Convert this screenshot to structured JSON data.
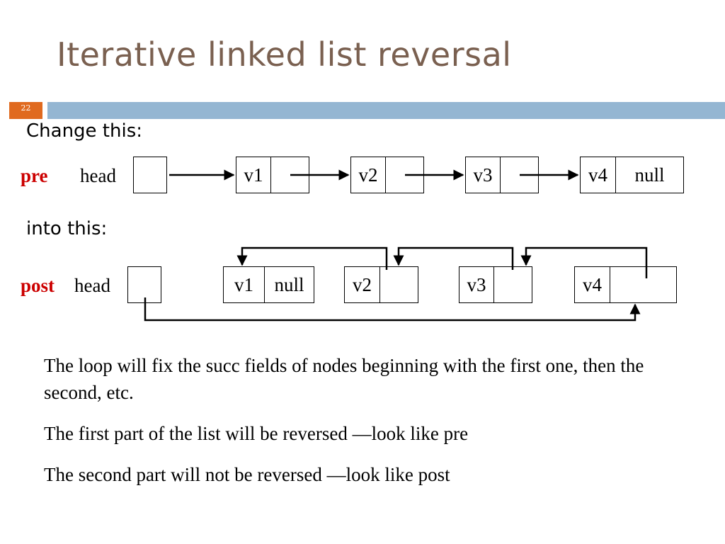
{
  "slide": {
    "title": "Iterative linked list reversal",
    "number": "22"
  },
  "pre": {
    "heading": "Change this:",
    "label": "pre",
    "head_label": "head",
    "nodes": [
      {
        "value": "v1",
        "next": ""
      },
      {
        "value": "v2",
        "next": ""
      },
      {
        "value": "v3",
        "next": ""
      },
      {
        "value": "v4",
        "next": "null"
      }
    ]
  },
  "post": {
    "heading": "into this:",
    "label": "post",
    "head_label": "head",
    "nodes": [
      {
        "value": "v1",
        "next": "null"
      },
      {
        "value": "v2",
        "next": ""
      },
      {
        "value": "v3",
        "next": ""
      },
      {
        "value": "v4",
        "next": ""
      }
    ]
  },
  "body": {
    "paragraphs": [
      "The loop will fix the succ fields of nodes beginning with the first one, then the second, etc.",
      "The first part of the list will be reversed —look like pre",
      "The second part will not be reversed —look like post"
    ]
  }
}
